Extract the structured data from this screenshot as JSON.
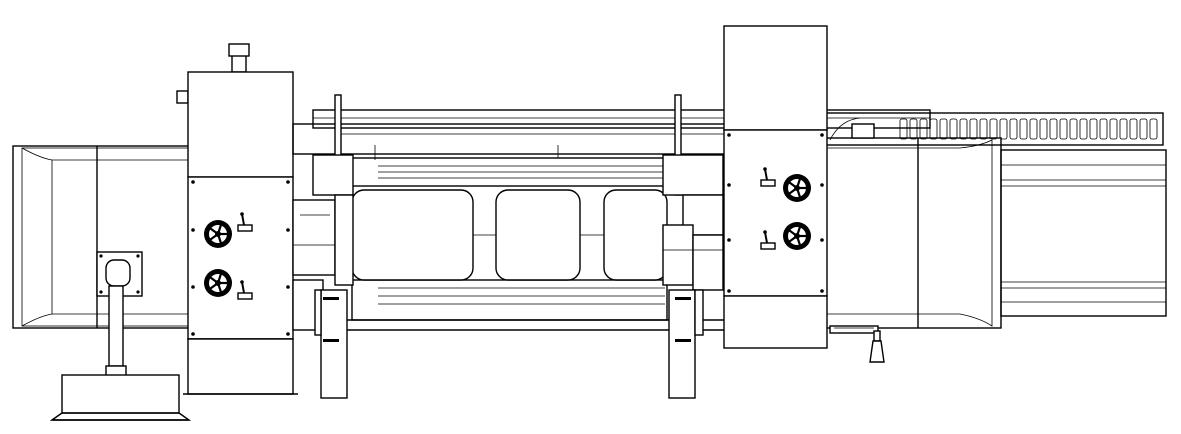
{
  "drawing": {
    "style": "line-art",
    "colors": {
      "line": "#000000",
      "background": "#ffffff"
    },
    "components": [
      "left-support-stand",
      "left-end-frame",
      "left-control-housing",
      "center-roller-carriage",
      "right-control-housing",
      "right-end-frame",
      "cable-chain",
      "hand-crank"
    ],
    "handwheel_count": 4,
    "toggle_switch_count": 4
  }
}
